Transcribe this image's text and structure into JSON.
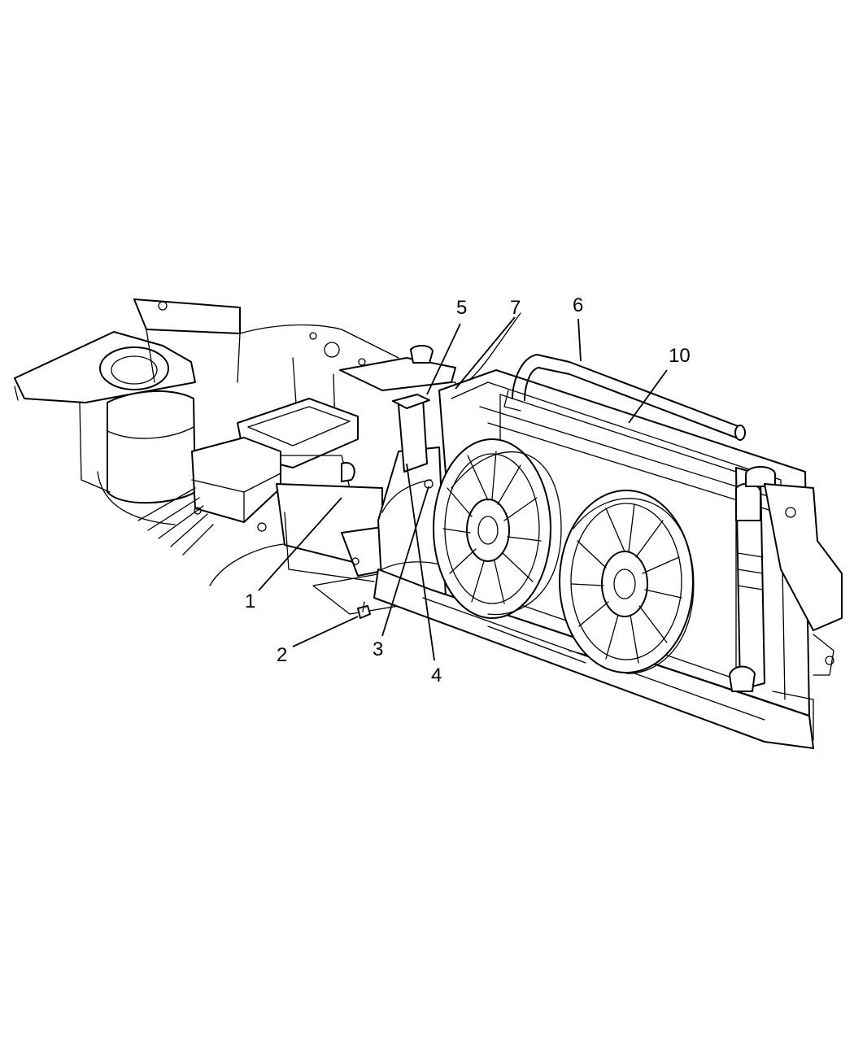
{
  "diagram": {
    "callouts": {
      "c1": "1",
      "c2": "2",
      "c3": "3",
      "c4": "4",
      "c5": "5",
      "c6": "6",
      "c7": "7",
      "c10": "10"
    }
  }
}
